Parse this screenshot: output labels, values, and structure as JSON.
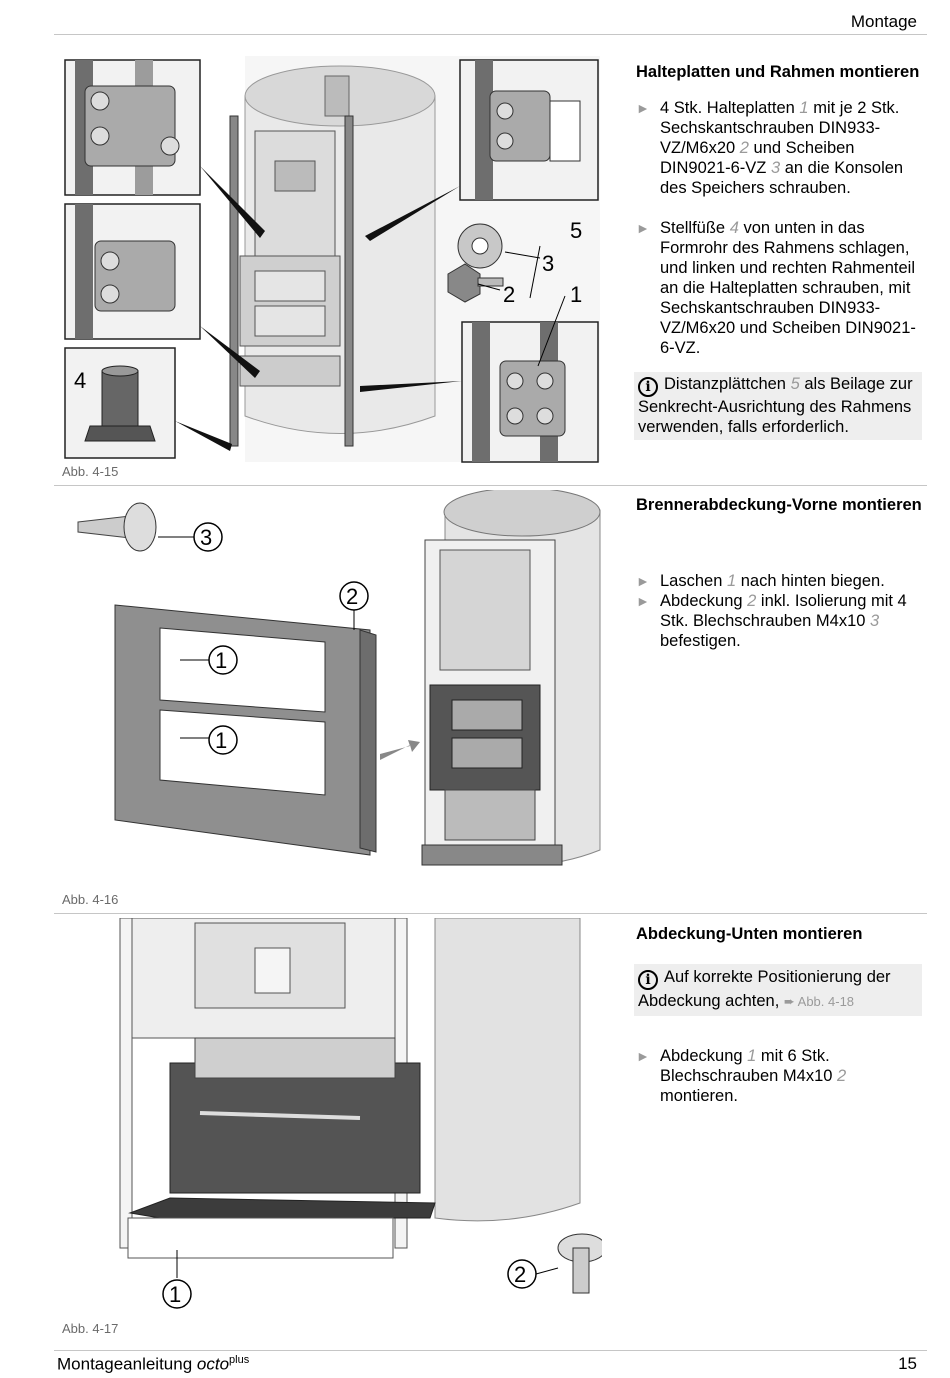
{
  "header": {
    "section": "Montage"
  },
  "sections": [
    {
      "heading": "Halteplatten und Rahmen montieren",
      "steps": [
        {
          "parts": [
            "4 Stk. Halteplatten ",
            "1",
            " mit je 2 Stk. Sechskantschrauben DIN933-VZ/M6x20 ",
            "2",
            " und Scheiben DIN9021-6-VZ ",
            "3",
            " an die Konsolen des Speichers schrauben."
          ]
        },
        {
          "parts": [
            "Stellfüße ",
            "4",
            " von unten in das Formrohr des Rahmens schlagen, und linken und rechten Rahmenteil an die Halteplatten schrauben, mit Sechskantschrauben DIN933-VZ/M6x20 und Scheiben DIN9021-6-VZ."
          ]
        }
      ],
      "note": {
        "parts": [
          "Distanzplättchen ",
          "5",
          " als Beilage zur Senkrecht-Ausrichtung des Rahmens verwenden, falls erforderlich."
        ]
      },
      "caption": "Abb. 4-15",
      "figure_labels": [
        "5",
        "3",
        "2",
        "1",
        "4"
      ]
    },
    {
      "heading": "Brennerabdeckung-Vorne montieren",
      "steps": [
        {
          "parts": [
            "Laschen ",
            "1",
            " nach hinten biegen."
          ]
        },
        {
          "parts": [
            "Abdeckung ",
            "2",
            " inkl. Isolierung mit 4 Stk. Blechschrauben M4x10 ",
            "3",
            " befestigen."
          ]
        }
      ],
      "caption": "Abb. 4-16",
      "figure_labels": [
        "3",
        "2",
        "1",
        "1"
      ]
    },
    {
      "heading": "Abdeckung-Unten montieren",
      "note": {
        "parts": [
          "Auf korrekte Positionierung der Abdeckung achten, "
        ],
        "ref": "Abb. 4-18"
      },
      "steps": [
        {
          "parts": [
            "Abdeckung ",
            "1",
            " mit 6 Stk. Blechschrauben M4x10 ",
            "2",
            " montieren."
          ]
        }
      ],
      "caption": "Abb. 4-17",
      "figure_labels": [
        "1",
        "2"
      ]
    }
  ],
  "footer": {
    "title": "Montageanleitung ",
    "product": "octo",
    "product_sup": "plus",
    "page": "15"
  },
  "colors": {
    "accent_grey": "#9a9a9a",
    "note_bg": "#eeeeee",
    "rule": "#c6c6c6"
  }
}
